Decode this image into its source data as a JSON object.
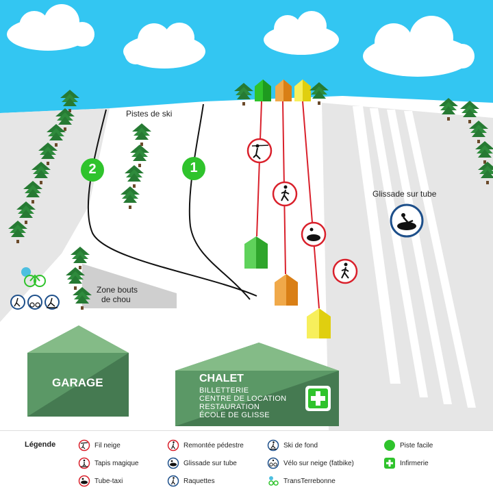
{
  "map": {
    "pistes_label": "Pistes de ski",
    "piste_1": "1",
    "piste_2": "2",
    "tube_label": "Glissade sur tube",
    "zone_label_1": "Zone bouts",
    "zone_label_2": "de chou",
    "garage": "GARAGE",
    "chalet_title": "CHALET",
    "chalet_lines": [
      "BILLETTERIE",
      "CENTRE DE LOCATION",
      "RESTAURATION",
      "ÉCOLE DE GLISSE"
    ],
    "colors": {
      "sky": "#33c6f2",
      "snow": "#e6e6e6",
      "tree": "#2e8b3c",
      "green_piste": "#2fc32c",
      "lift_red": "#d9202b",
      "building": "#4f8c5a",
      "roof": "#84bb87",
      "orange": "#e8932a",
      "yellow": "#f2e21a"
    }
  },
  "legend": {
    "title": "Légende",
    "items": [
      {
        "label": "Fil neige",
        "icon": "rope-tow-icon"
      },
      {
        "label": "Tapis magique",
        "icon": "magic-carpet-icon"
      },
      {
        "label": "Tube-taxi",
        "icon": "tube-taxi-icon"
      },
      {
        "label": "Remontée pédestre",
        "icon": "walk-up-icon"
      },
      {
        "label": "Glissade sur tube",
        "icon": "tubing-icon"
      },
      {
        "label": "Raquettes",
        "icon": "snowshoe-icon"
      },
      {
        "label": "Ski de fond",
        "icon": "cross-country-ski-icon"
      },
      {
        "label": "Vélo sur neige (fatbike)",
        "icon": "fatbike-icon"
      },
      {
        "label": "TransTerrebonne",
        "icon": "transterrebonne-icon"
      },
      {
        "label": "Piste facile",
        "icon": "green-circle-icon"
      },
      {
        "label": "Infirmerie",
        "icon": "first-aid-icon"
      }
    ]
  }
}
